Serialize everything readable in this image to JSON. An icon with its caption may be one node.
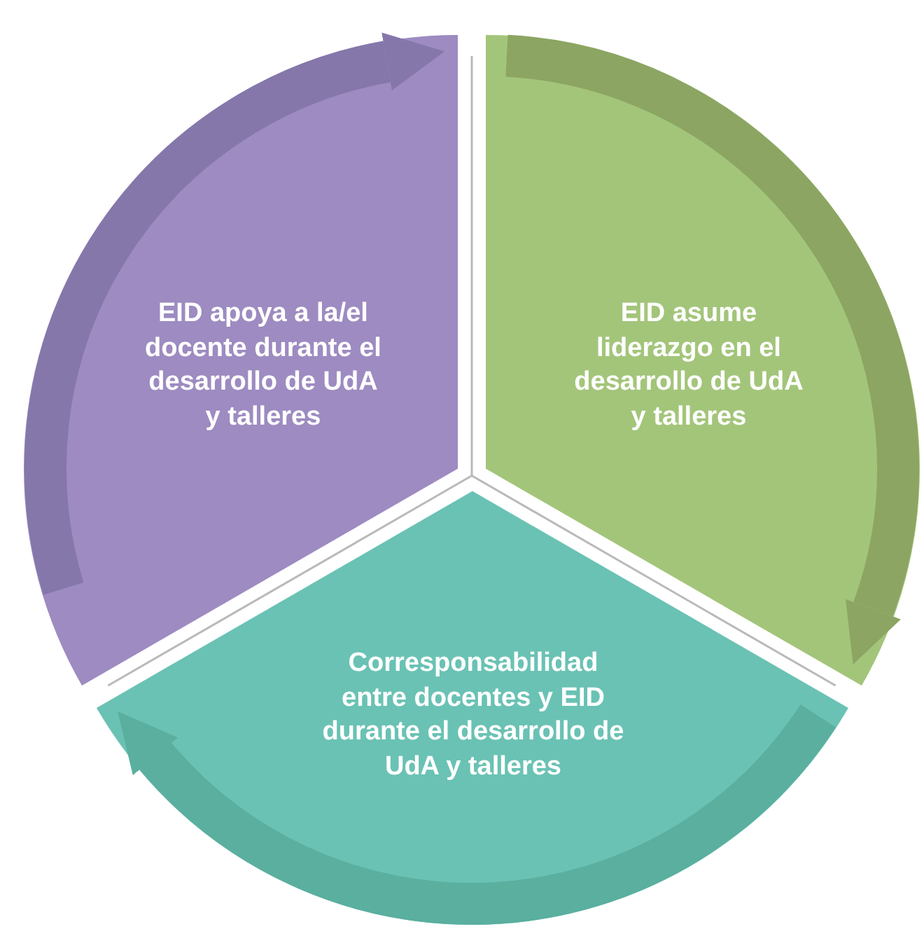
{
  "diagram": {
    "nodes": [
      {
        "text": [
          "EID apoya a la/el docente durante el desarrollo de UdA y talleres"
        ]
      },
      {
        "text": [
          "EID asume liderazgo en el desarrollo de UdA y talleres"
        ]
      },
      {
        "text": [
          "Corresponsabilidad entre docentes y EID durante el desarrollo de UdA y talleres"
        ]
      }
    ],
    "edges": [
      {
        "from": 0,
        "to": 1,
        "arrow": "to",
        "color": "#8577aa"
      },
      {
        "from": 1,
        "to": 2,
        "arrow": "to",
        "color": "#8ca562"
      },
      {
        "from": 2,
        "to": 0,
        "arrow": "to",
        "color": "#5aaf9f"
      }
    ]
  }
}
